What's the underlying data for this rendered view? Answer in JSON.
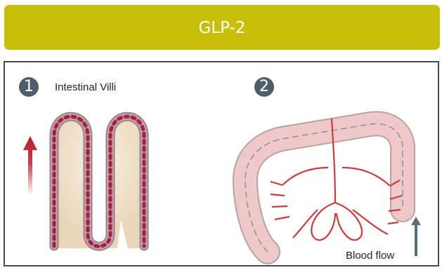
{
  "header": {
    "title": "GLP-2"
  },
  "panel1": {
    "number": "1",
    "label": "Intestinal Villi"
  },
  "panel2": {
    "number": "2",
    "label": "Blood flow"
  },
  "colors": {
    "banner": "#c8bf0a",
    "badge": "#4e5e6a",
    "vessel": "#d03a3f",
    "arrow_up": "#b81e2a",
    "flow_arrow": "#55707a",
    "intestine": "#efc9c9"
  }
}
